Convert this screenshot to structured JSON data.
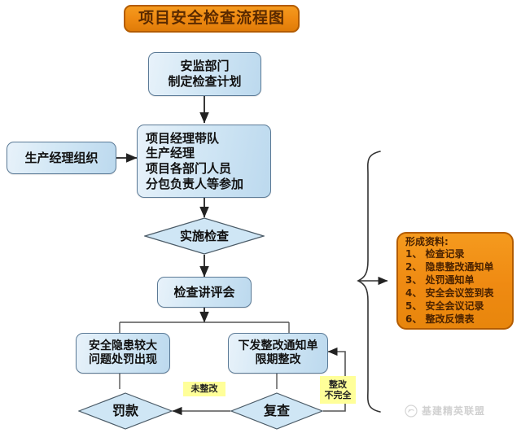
{
  "title": {
    "text": "项目安全检查流程图"
  },
  "nodes": {
    "plan": {
      "lines": [
        "安监部门",
        "制定检查计划"
      ]
    },
    "organizer": {
      "lines": [
        "生产经理组织"
      ]
    },
    "participants": {
      "lines": [
        "项目经理带队",
        "生产经理",
        "项目各部门人员",
        "分包负责人等参加"
      ]
    },
    "inspect": {
      "label": "实施检查"
    },
    "review_meeting": {
      "label": "检查讲评会"
    },
    "major_hazard": {
      "lines": [
        "安全隐患较大",
        "问题处罚出现"
      ]
    },
    "rectify_notice": {
      "lines": [
        "下发整改通知单",
        "限期整改"
      ]
    },
    "fine": {
      "label": "罚款"
    },
    "recheck": {
      "label": "复查"
    }
  },
  "edge_labels": {
    "not_rectified": "未整改",
    "incomplete": [
      "整改",
      "不完全"
    ]
  },
  "results": {
    "heading": "形成资料:",
    "items": [
      "1、 检查记录",
      "2、 隐患整改通知单",
      "3、 处罚通知单",
      "4、 安全会议签到表",
      "5、 安全会议记录",
      "6、 整改反馈表"
    ]
  },
  "watermark": {
    "text": "基建精英联盟"
  },
  "colors": {
    "node_fill": "#d2e7f5",
    "node_border": "#5b7a96",
    "accent_orange": "#ef8a12",
    "label_yellow": "#ffff99",
    "line": "#333333"
  }
}
